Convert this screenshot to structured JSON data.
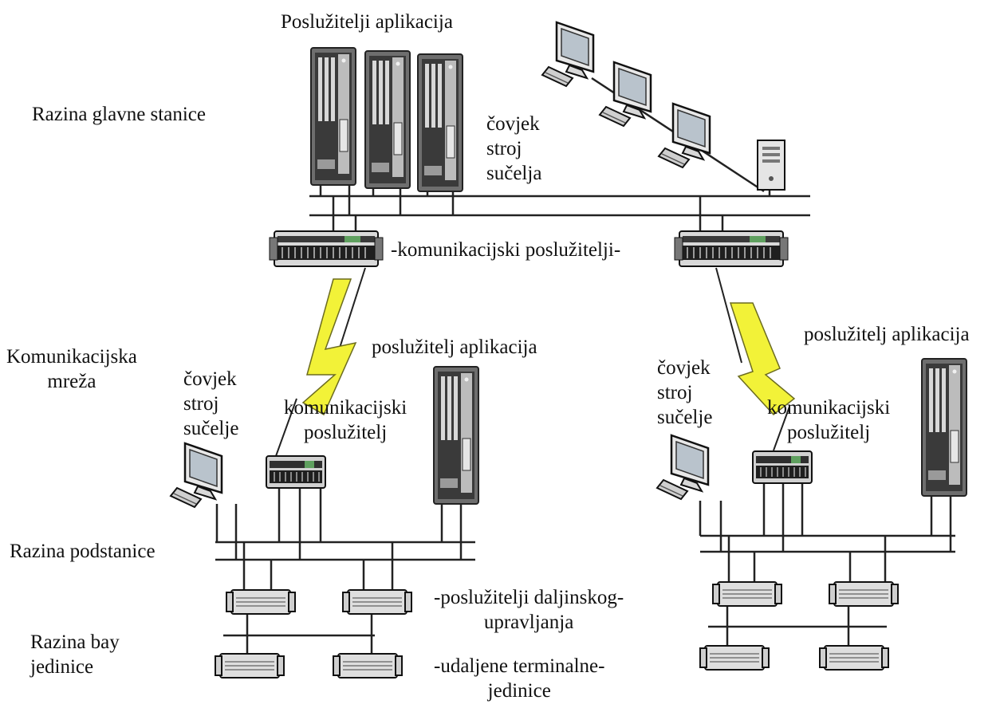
{
  "labels": {
    "main_app_servers": "Poslužitelji aplikacija",
    "main_station_level": "Razina glavne stanice",
    "main_hmi_1": "čovjek",
    "main_hmi_2": "stroj",
    "main_hmi_3": "sučelja",
    "comm_servers": "-komunikacijski poslužitelji-",
    "comm_network_1": "Komunikacijska",
    "comm_network_2": "mreža",
    "left_app_server": "poslužitelj aplikacija",
    "left_hmi_1": "čovjek",
    "left_hmi_2": "stroj",
    "left_hmi_3": "sučelje",
    "left_comm_server_1": "komunikacijski",
    "left_comm_server_2": "poslužitelj",
    "right_app_server": "poslužitelj aplikacija",
    "right_hmi_1": "čovjek",
    "right_hmi_2": "stroj",
    "right_hmi_3": "sučelje",
    "right_comm_server_1": "komunikacijski",
    "right_comm_server_2": "poslužitelj",
    "substation_level": "Razina podstanice",
    "rc_servers_1": "-poslužitelji daljinskog-",
    "rc_servers_2": "upravljanja",
    "bay_level_1": "Razina bay",
    "bay_level_2": "jedinice",
    "rtu_1": "-udaljene terminalne-",
    "rtu_2": "jedinice"
  },
  "colors": {
    "lightning": "#f2f238",
    "lightning_stroke": "#6b6b20",
    "line": "#222222"
  }
}
